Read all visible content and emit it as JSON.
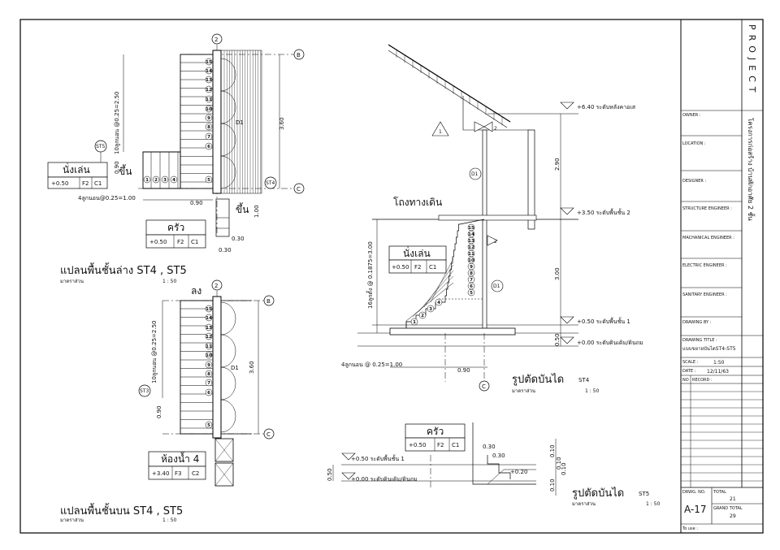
{
  "titleblock": {
    "project": "PROJECT",
    "project_name": "โครงการก่อสร้าง บ้านพักอาศัย 2 ชั้น",
    "owner": "OWNER :",
    "location": "LOCATION :",
    "designer": "DESIGNER :",
    "structure_engineer": "STRUCTURE ENGINEER :",
    "mechanical_engineer": "MACHANICAL ENGINEER :",
    "electric_engineer": "ELECTRIC ENGINEER :",
    "sanitary_engineer": "SANITARY ENGINEER :",
    "drawing_by": "DRAWING BY :",
    "drawing_title_label": "DRAWING TITLE :",
    "drawing_title": "แบบขยายบันไดST4-ST5",
    "scale_label": "SCALE :",
    "scale_value": "1:50",
    "date_label": "DATE :",
    "date_value": "12/11/63",
    "no_label": "NO",
    "record_label": "RECORD :",
    "drwg_no_label": "DRWG. NO.",
    "drwg_no": "A-17",
    "total_label": "TOTAL",
    "total_value": "21",
    "grand_total_label": "GRAND TOTAL",
    "grand_total_value": "29",
    "to_use": "To use :"
  },
  "plan_lower": {
    "title": "แปลนพื้นชั้นล่าง ST4 , ST5",
    "scale_label": "มาตราส่วน",
    "scale": "1 : 50",
    "grid_2": "2",
    "grid_b": "B",
    "grid_c": "C",
    "riser_dim": "10ลูกนอน @0.25=2.50",
    "riser_dim2": "4ลูกนอน@0.25=1.00",
    "d1": "D1",
    "up_label": "ขึ้น",
    "up_label2": "ขึ้น",
    "st5": "ST5",
    "st4": "ST4",
    "dim_360": "3.60",
    "dim_090": "0.90",
    "dim_090b": "0.90",
    "dim_100": "1.00",
    "dim_030": "0.30",
    "dim_030b": "0.30",
    "room1": "นั่งเล่น",
    "room1_level": "+0.50",
    "room1_f": "F2",
    "room1_c": "C1",
    "room2": "ครัว",
    "room2_level": "+0.50",
    "room2_f": "F2",
    "room2_c": "C1",
    "step_nums": [
      "1",
      "2",
      "3",
      "4",
      "5",
      "6",
      "7",
      "8",
      "9",
      "10",
      "11",
      "12",
      "13",
      "14",
      "15"
    ]
  },
  "plan_upper": {
    "title": "แปลนพื้นชั้นบน ST4 , ST5",
    "scale_label": "มาตราส่วน",
    "scale": "1 : 50",
    "grid_2": "2",
    "grid_b": "B",
    "grid_c": "C",
    "down_label": "ลง",
    "riser_dim": "10ลูกนอน @0.25=2.50",
    "d1": "D1",
    "st3": "ST3",
    "dim_360": "3.60",
    "dim_090": "0.90",
    "room": "ห้องน้ำ 4",
    "room_level": "+3.40",
    "room_f": "F3",
    "room_c": "C2",
    "step_nums": [
      "5",
      "6",
      "7",
      "8",
      "9",
      "10",
      "11",
      "12",
      "13",
      "14",
      "15"
    ]
  },
  "section_st4": {
    "title": "รูปตัดบันได",
    "tag": "ST4",
    "scale_label": "มาตราส่วน",
    "scale": "1 : 50",
    "corridor": "โถงทางเดิน",
    "level_640": "+6.40 ระดับหลังคาอเส",
    "level_350": "+3.50 ระดับพื้นชั้น 2",
    "level_050": "+0.50 ระดับพื้นชั้น 1",
    "level_000": "+0.00 ระดับดินเดิม/ดินถม",
    "dim_290": "2.90",
    "dim_300": "3.00",
    "dim_050": "0.50",
    "dim_090": "0.90",
    "riser_dim": "16ลูกตั้ง @ 0.1875=3.00",
    "tread_dim": "4ลูกนอน @ 0.25=1.00",
    "d1": "D1",
    "d1b": "D1",
    "tag_1": "1",
    "tag_2": "2",
    "tag_2b": "2",
    "grid_c": "C",
    "room": "นั่งเล่น",
    "room_level": "+0.50",
    "room_f": "F2",
    "room_c": "C1",
    "step_nums": [
      "1",
      "2",
      "3",
      "4",
      "5",
      "6",
      "7",
      "8",
      "9",
      "10",
      "11",
      "12",
      "13",
      "14",
      "15"
    ]
  },
  "section_st5": {
    "title": "รูปตัดบันได",
    "tag": "ST5",
    "scale_label": "มาตราส่วน",
    "scale": "1 : 50",
    "room": "ครัว",
    "room_level": "+0.50",
    "room_f": "F2",
    "room_c": "C1",
    "level_050": "+0.50 ระดับพื้นชั้น 1",
    "level_000": "+0.00 ระดับดินเดิม/ดินถม",
    "dim_050": "0.50",
    "dim_030": "0.30",
    "dim_030b": "0.30",
    "dim_010a": "0.10",
    "dim_010b": "0.10",
    "dim_010c": "0.10",
    "dim_020": "+0.20",
    "dim_010d": "0.10"
  }
}
